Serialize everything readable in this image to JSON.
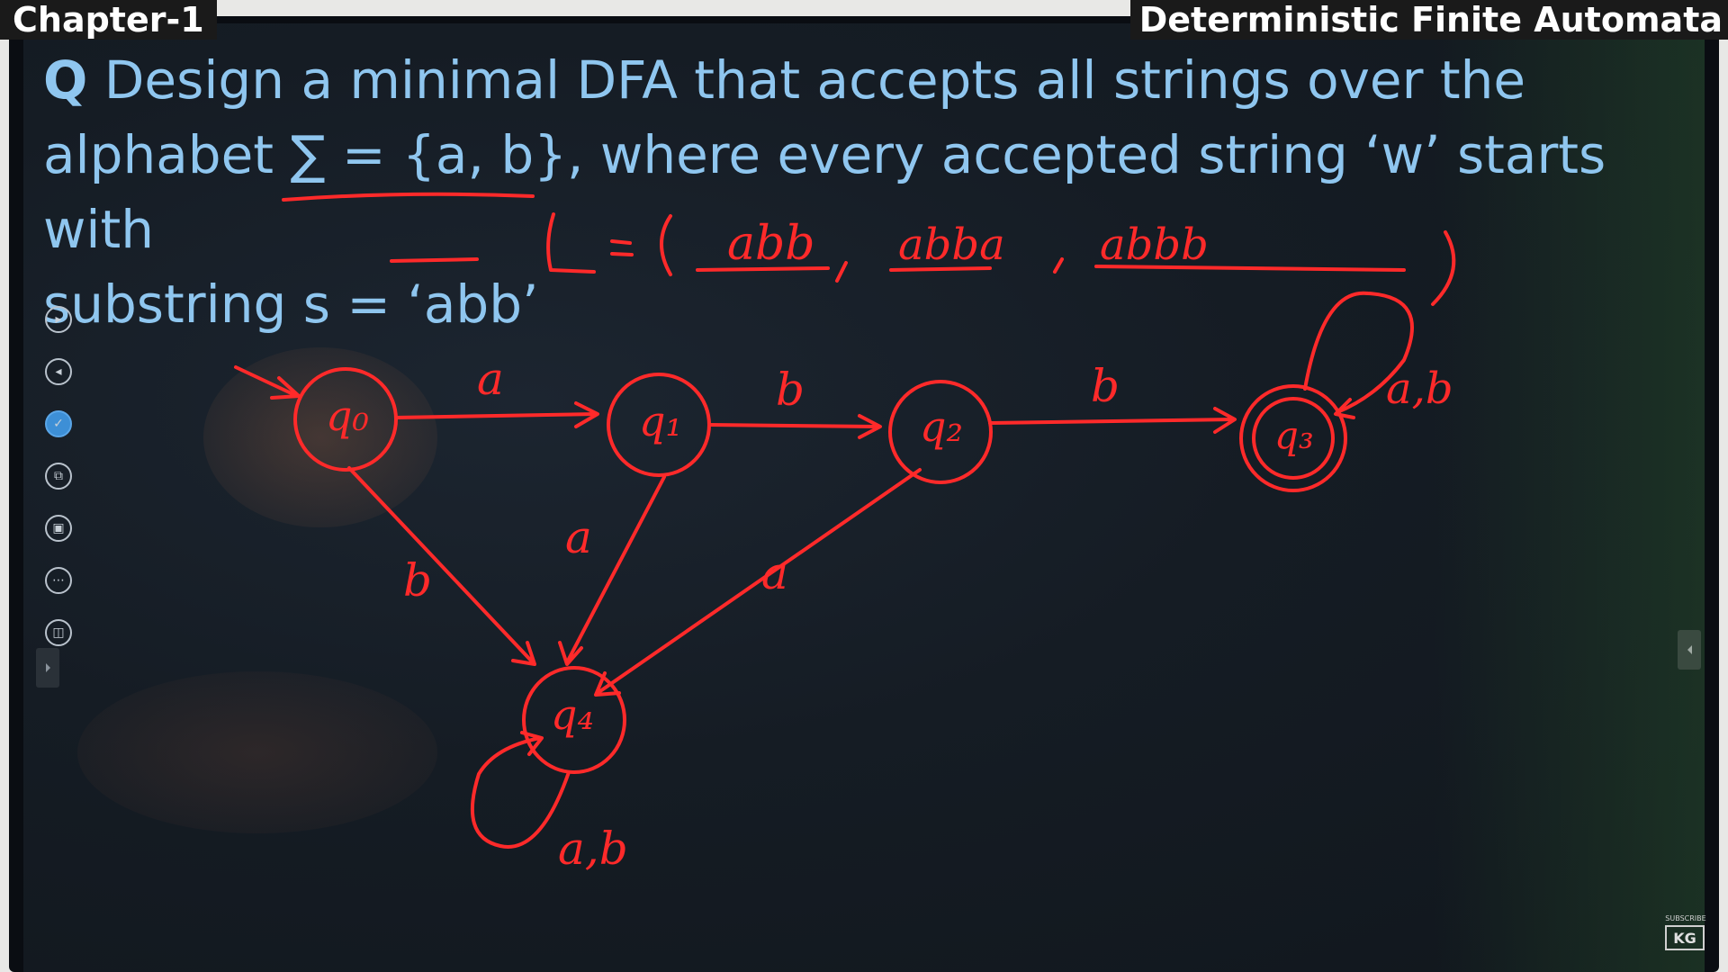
{
  "header": {
    "chapter": "Chapter-1",
    "topic": "Deterministic Finite Automata"
  },
  "question": {
    "marker": "Q",
    "line1": "Design a minimal DFA that accepts all strings over the",
    "line2": "alphabet ∑ = {a, b}, where every accepted string ‘w’ starts with",
    "line3": "substring s = ‘abb’"
  },
  "handwriting": {
    "language_set": "L = { abb , abba , abbb }",
    "states": [
      "q0",
      "q1",
      "q2",
      "q3",
      "q4"
    ],
    "transitions": [
      {
        "from": "q0",
        "to": "q1",
        "label": "a"
      },
      {
        "from": "q1",
        "to": "q2",
        "label": "b"
      },
      {
        "from": "q2",
        "to": "q3",
        "label": "b"
      },
      {
        "from": "q3",
        "to": "q3",
        "label": "a,b"
      },
      {
        "from": "q0",
        "to": "q4",
        "label": "b"
      },
      {
        "from": "q1",
        "to": "q4",
        "label": "a"
      },
      {
        "from": "q2",
        "to": "q4",
        "label": "a"
      },
      {
        "from": "q4",
        "to": "q4",
        "label": "a,b"
      }
    ],
    "start_state": "q0",
    "final_state": "q3",
    "ink_color": "#ff2a2a"
  },
  "toolbar": {
    "tools": [
      "play-icon",
      "back-icon",
      "pen-icon",
      "copy-icon",
      "screenshot-icon",
      "more-icon",
      "display-icon"
    ]
  },
  "logo": {
    "text": "KG",
    "caption": "SUBSCRIBE"
  },
  "colors": {
    "question_text": "#8fc6ef",
    "board": "#151c24",
    "ink": "#ff2a2a"
  }
}
